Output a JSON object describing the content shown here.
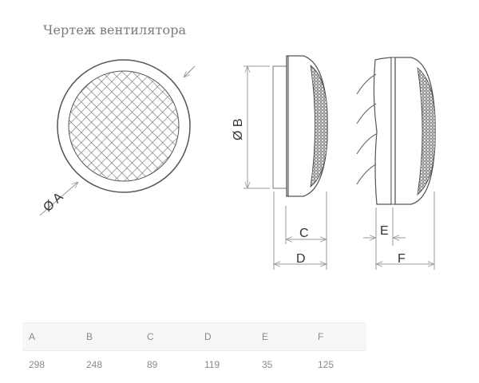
{
  "title": "Чертеж вентилятора",
  "drawing": {
    "front_view_label": "Ø A",
    "side_view_left": {
      "diameter_label": "Ø B",
      "depth_labels": [
        "C",
        "D"
      ]
    },
    "side_view_right": {
      "depth_labels": [
        "E",
        "F"
      ]
    }
  },
  "table": {
    "headers": [
      "A",
      "B",
      "C",
      "D",
      "E",
      "F"
    ],
    "rows": [
      [
        "298",
        "248",
        "89",
        "119",
        "35",
        "125"
      ]
    ]
  },
  "colors": {
    "line": "#555555",
    "dim_line": "#999999",
    "mesh": "#777777",
    "table_header_bg": "#f7f7f7",
    "text": "#8a8a8a"
  }
}
